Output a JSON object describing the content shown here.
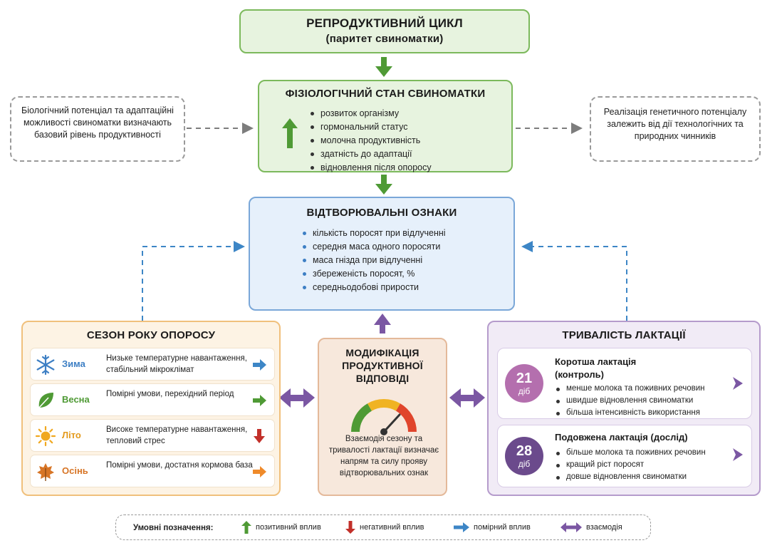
{
  "top": {
    "title": "РЕПРОДУКТИВНИЙ ЦИКЛ",
    "subtitle": "(паритет свиноматки)"
  },
  "physio": {
    "title": "ФІЗІОЛОГІЧНИЙ СТАН СВИНОМАТКИ",
    "items": [
      "розвиток організму",
      "гормональний статус",
      "молочна продуктивність",
      "здатність до адаптації",
      "відновлення після опоросу"
    ]
  },
  "left_note": "Біологічний потенціал та адаптаційні можливості свиноматки визначають базовий рівень продуктивності",
  "right_note": "Реалізація генетичного потенціалу залежить від дії технологічних та природних чинників",
  "repro": {
    "title": "ВІДТВОРЮВАЛЬНІ ОЗНАКИ",
    "items": [
      "кількість поросят при відлученні",
      "середня маса одного поросяти",
      "маса гнізда при відлученні",
      "збереженість поросят, %",
      "середньодобові прирости"
    ]
  },
  "season": {
    "title": "СЕЗОН РОКУ ОПОРОСУ",
    "rows": [
      {
        "name": "Зима",
        "desc": "Низьке температурне навантаження, стабільний мікроклімат",
        "icon": "snowflake-icon",
        "color": "#3d7fc4",
        "effect": "moderate"
      },
      {
        "name": "Весна",
        "desc": "Помірні умови, перехідний період",
        "icon": "leaf-icon",
        "color": "#4f9a35",
        "effect": "positive"
      },
      {
        "name": "Літо",
        "desc": "Високе температурне навантаження, тепловий стрес",
        "icon": "sun-icon",
        "color": "#e39a1c",
        "effect": "negative"
      },
      {
        "name": "Осінь",
        "desc": "Помірні умови, достатня кормова база",
        "icon": "autumn-leaf-icon",
        "color": "#d77526",
        "effect": "orange"
      }
    ]
  },
  "modification": {
    "title": "МОДИФІКАЦІЯ ПРОДУКТИВНОЇ ВІДПОВІДІ",
    "text": "Взаємодія сезону та тривалості лактації визначає напрям та силу прояву відтворювальних ознак"
  },
  "lactation": {
    "title": "ТРИВАЛІСТЬ ЛАКТАЦІЇ",
    "cards": [
      {
        "days": "21",
        "unit": "діб",
        "title1": "Коротша лактація",
        "title2": "(контроль)",
        "color": "#b46fae",
        "items": [
          "менше молока та поживних речовин",
          "швидше відновлення свиноматки",
          "більша інтенсивність використання"
        ]
      },
      {
        "days": "28",
        "unit": "діб",
        "title1": "Подовжена лактація (дослід)",
        "title2": "",
        "color": "#6b4a8c",
        "items": [
          "більше молока та поживних речовин",
          "кращий ріст поросят",
          "довше відновлення свиноматки"
        ]
      }
    ]
  },
  "legend": {
    "label": "Умовні позначення:",
    "positive": "позитивний вплив",
    "negative": "негативний вплив",
    "moderate": "помірний вплив",
    "interaction": "взаємодія"
  },
  "colors": {
    "positive": "#4f9a35",
    "negative": "#c2302a",
    "moderate": "#3d86c6",
    "interaction": "#7b57a3",
    "orange": "#ef8a2a"
  }
}
